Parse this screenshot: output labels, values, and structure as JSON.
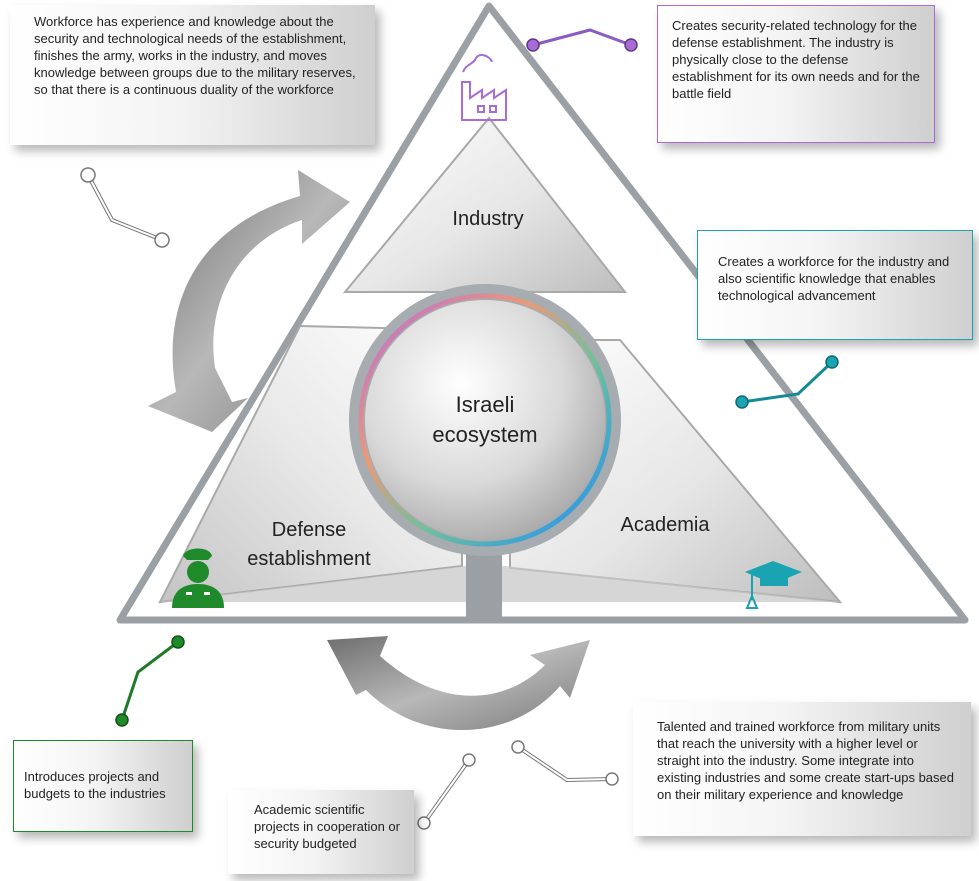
{
  "colors": {
    "industry": "#a96bd6",
    "academia": "#1aa3b0",
    "defense": "#1e8a2a",
    "arrow": "#8a8a8a",
    "frame": "#9aa0a4"
  },
  "center": {
    "title": "Israeli ecosystem"
  },
  "vertices": {
    "industry": {
      "label": "Industry",
      "icon": "factory-icon"
    },
    "academia": {
      "label": "Academia",
      "icon": "graduation-cap-icon"
    },
    "defense": {
      "label": "Defense establishment",
      "icon": "soldier-icon"
    }
  },
  "notes": {
    "workforce_duality": "Workforce has experience and knowledge about the security and technological needs of the establishment, finishes the army, works in the industry, and moves knowledge between groups due to the military reserves, so that there is a continuous duality of the workforce",
    "industry_tech": "Creates security-related technology for the defense establishment. The industry is physically close to the defense establishment for its own needs and for the battle field",
    "academia_workforce": "Creates a workforce for the industry and also scientific knowledge that enables technological advancement",
    "defense_projects": "Introduces projects and budgets to the industries",
    "academic_projects": "Academic scientific projects in cooperation or security budgeted",
    "military_talent": "Talented and trained workforce from military units that reach the university with a higher level or straight into the industry. Some integrate into existing industries and some create start-ups based on their military experience and knowledge"
  }
}
